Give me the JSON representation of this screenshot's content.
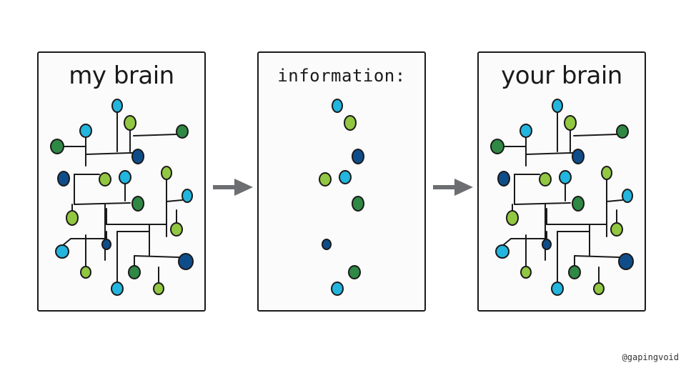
{
  "panels": [
    {
      "title": "my brain"
    },
    {
      "title": "information:"
    },
    {
      "title": "your brain"
    }
  ],
  "credit": "@gapingvoid",
  "colors": {
    "cyan": "#22b5de",
    "lime": "#92c741",
    "green": "#2f8844",
    "navy": "#0f4d8a",
    "outline": "#1a1a1a",
    "arrow": "#6d6e71"
  },
  "icons": {
    "arrow": "right-arrow-icon"
  }
}
